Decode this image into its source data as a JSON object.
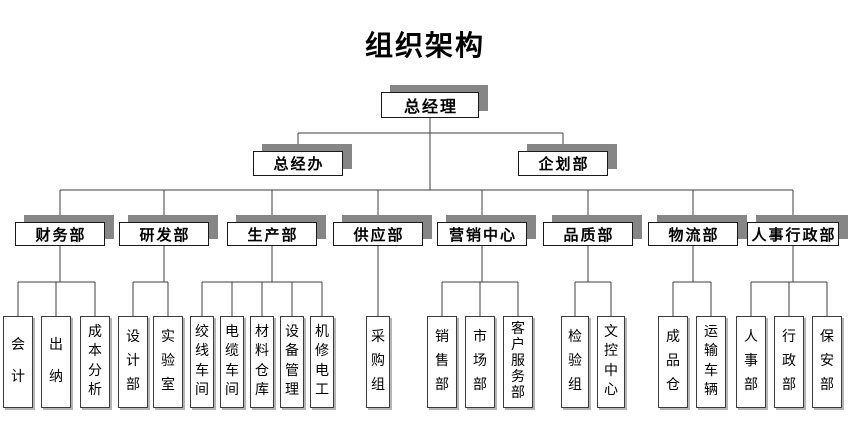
{
  "title": "组织架构",
  "colors": {
    "background": "#ffffff",
    "box_fill": "#ffffff",
    "box_border": "#1a1a1a",
    "box_shadow": "#868686",
    "line": "#3f3f3f",
    "text": "#000000"
  },
  "org": {
    "root": {
      "label": "总经理"
    },
    "staff_units": [
      {
        "label": "总经办"
      },
      {
        "label": "企划部"
      }
    ],
    "departments": [
      {
        "label": "财务部",
        "children": [
          "会计",
          "出纳",
          "成本分析"
        ]
      },
      {
        "label": "研发部",
        "children": [
          "设计部",
          "实验室"
        ]
      },
      {
        "label": "生产部",
        "children": [
          "绞线车间",
          "电缆车间",
          "材料仓库",
          "设备管理",
          "机修电工"
        ]
      },
      {
        "label": "供应部",
        "children": [
          "采购组"
        ]
      },
      {
        "label": "营销中心",
        "children": [
          "销售部",
          "市场部",
          "客户服务部"
        ]
      },
      {
        "label": "品质部",
        "children": [
          "检验组",
          "文控中心"
        ]
      },
      {
        "label": "物流部",
        "children": [
          "成品仓",
          "运输车辆"
        ]
      },
      {
        "label": "人事行政部",
        "children": [
          "人事部",
          "行政部",
          "保安部"
        ]
      }
    ]
  }
}
